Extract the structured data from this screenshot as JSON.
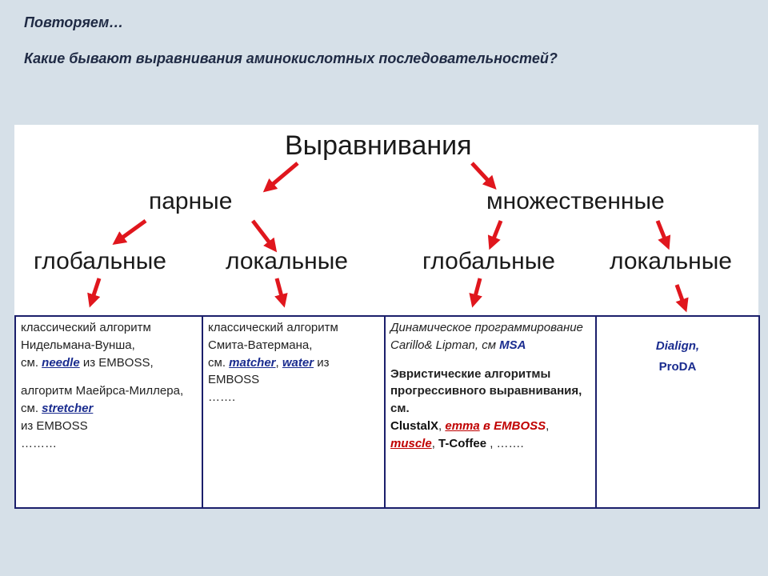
{
  "header": {
    "line1": "Повторяем…",
    "line2": "Какие бывают выравнивания аминокислотных последовательностей?"
  },
  "tree": {
    "root": "Выравнивания",
    "pairwise": "парные",
    "multiple": "множественные",
    "global_left": "глобальные",
    "local_left": "локальные",
    "global_right": "глобальные",
    "local_right": "локальные"
  },
  "arrow_color": "#e0161d",
  "cells": {
    "c1": {
      "l1": "классический алгоритм Нидельмана-Вунша,",
      "see1": "см. ",
      "tool1": "needle",
      "from1": " из EMBOSS,",
      "l2": "алгоритм Маейрса-Миллера, см. ",
      "tool2": "stretcher",
      "from2": "из EMBOSS",
      "dots": "………"
    },
    "c2": {
      "l1": "классический алгоритм Смита-Ватермана,",
      "see": "см. ",
      "tool1": "matcher",
      "comma": ", ",
      "tool2": "water",
      "from": " из EMBOSS",
      "dots": "……."
    },
    "c3": {
      "l1": "Динамическое программирование Carillo& Lipman, см ",
      "tool1": "MSA",
      "l2": "Эвристические алгоритмы прогрессивного выравнивания, см.",
      "t_clustal": "ClustalX",
      "sep1": ", ",
      "t_emma": "emma",
      "t_emboss": " в EMBOSS",
      "sep2": ",",
      "t_muscle": "muscle",
      "sep3": ", ",
      "t_tcoffee": "T-Coffee",
      "tail": " , ……."
    },
    "c4": {
      "t1": "Dialign,",
      "t2": "ProDA"
    }
  }
}
